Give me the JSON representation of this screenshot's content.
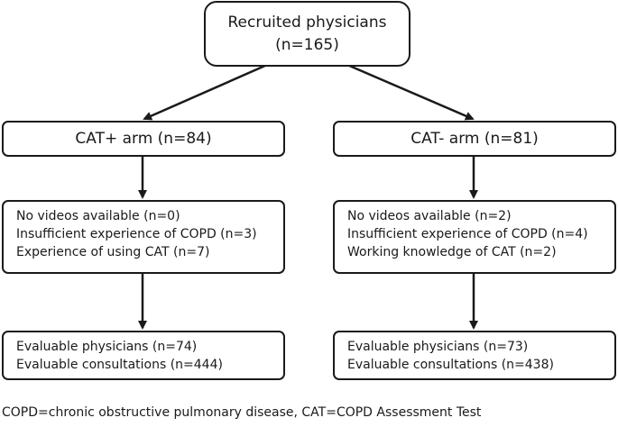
{
  "recruited": {
    "line1": "Recruited physicians",
    "line2": "(n=165)"
  },
  "arms": {
    "cat_plus": {
      "label": "CAT+ arm (n=84)",
      "exclusions": [
        "No videos available (n=0)",
        "Insufficient experience of COPD (n=3)",
        "Experience of using CAT (n=7)"
      ],
      "evaluable": [
        "Evaluable physicians (n=74)",
        "Evaluable consultations (n=444)"
      ]
    },
    "cat_minus": {
      "label": "CAT- arm (n=81)",
      "exclusions": [
        "No videos available (n=2)",
        "Insufficient experience of COPD (n=4)",
        "Working knowledge of CAT (n=2)"
      ],
      "evaluable": [
        "Evaluable physicians (n=73)",
        "Evaluable consultations (n=438)"
      ]
    }
  },
  "footnote": "COPD=chronic obstructive pulmonary disease, CAT=COPD Assessment Test"
}
